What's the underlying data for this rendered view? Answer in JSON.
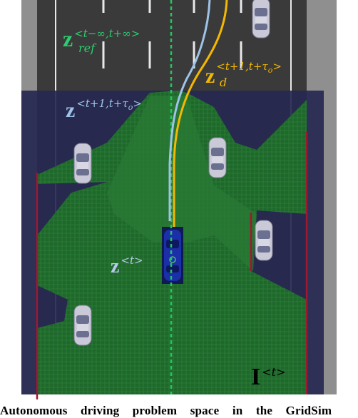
{
  "labels": {
    "z_ref": {
      "main": "z",
      "sup": "<t−∞,t+∞>",
      "sub": "ref",
      "color": "#2ecc71"
    },
    "z_pred": {
      "main": "z",
      "sup": "<t+1,t+τ",
      "sup_sub": "o",
      "sup_end": ">",
      "color": "#9fc3e8"
    },
    "z_d": {
      "main": "z",
      "sup": "<t+1,t+τ",
      "sup_sub": "o",
      "sup_end": ">",
      "sub": "d",
      "color": "#f5b800"
    },
    "z_t": {
      "main": "z",
      "sup": "<t>",
      "color": "#b8c8e8"
    },
    "I_t": {
      "main": "I",
      "sup": "<t>",
      "color": "#000000"
    }
  },
  "caption": "Autonomous driving problem space in the GridSim",
  "colors": {
    "road": "#3a3a3a",
    "shoulder": "#8a8a8a",
    "overlay": "#262850",
    "free_space": "#1f6b2a",
    "ego_car": "#1a2fa8",
    "ref_path": "#22c55e",
    "pred_path": "#9fc3e8",
    "desired_path": "#f5b800"
  }
}
